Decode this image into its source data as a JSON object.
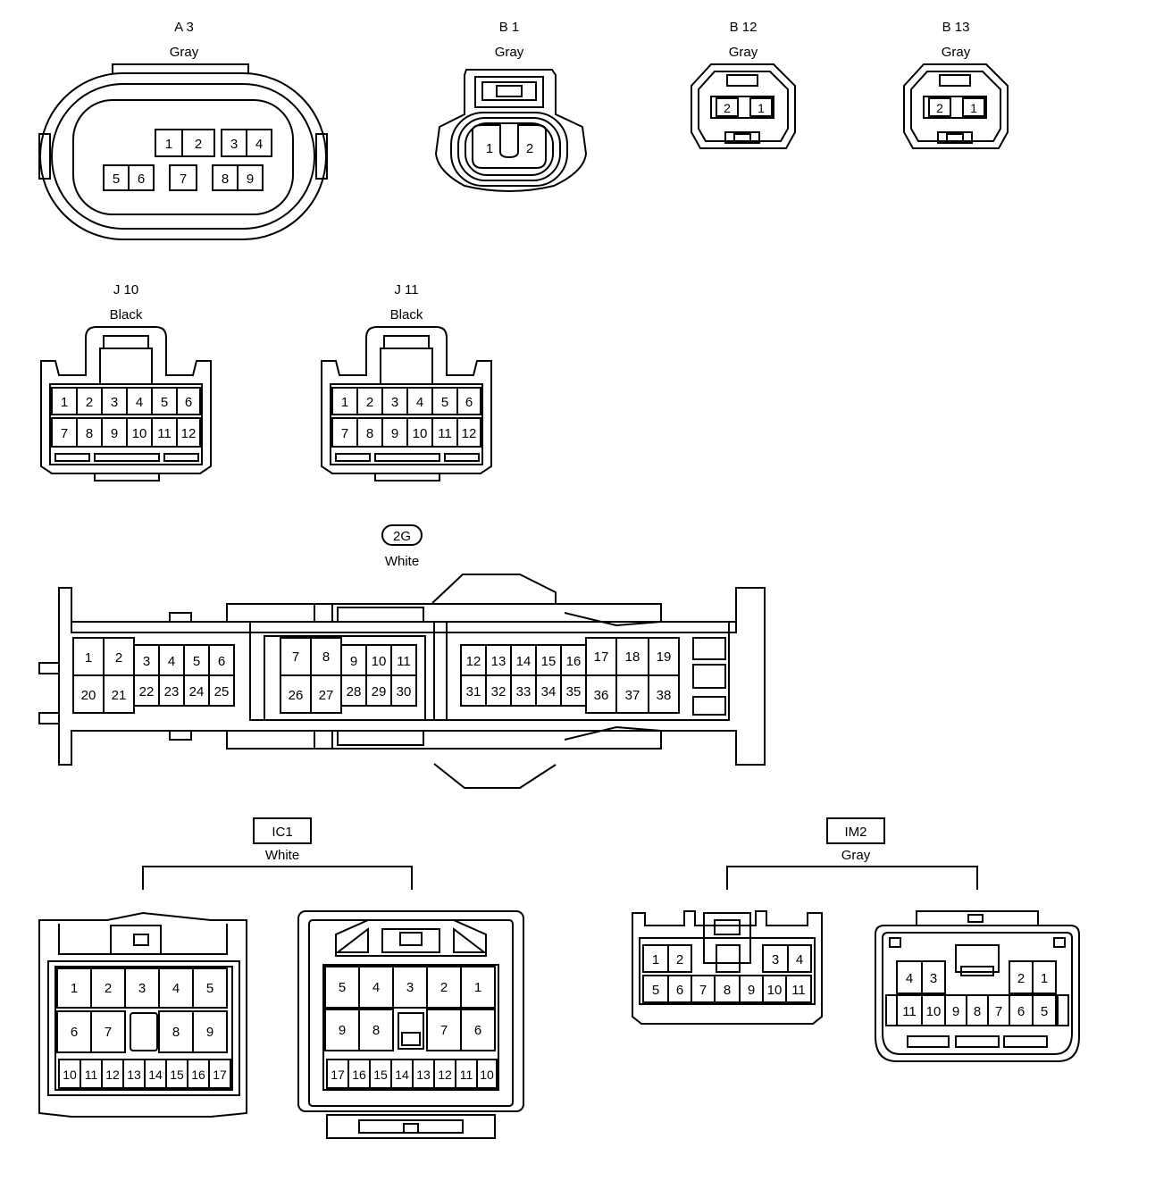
{
  "connectors": [
    {
      "id": "a3",
      "code": "A 3",
      "color": "Gray",
      "pins": [
        "1",
        "2",
        "3",
        "4",
        "5",
        "6",
        "7",
        "8",
        "9"
      ]
    },
    {
      "id": "b1",
      "code": "B 1",
      "color": "Gray",
      "pins": [
        "1",
        "2"
      ]
    },
    {
      "id": "b12",
      "code": "B 12",
      "color": "Gray",
      "pins": [
        "2",
        "1"
      ]
    },
    {
      "id": "b13",
      "code": "B 13",
      "color": "Gray",
      "pins": [
        "2",
        "1"
      ]
    },
    {
      "id": "j10",
      "code": "J 10",
      "color": "Black",
      "pins": [
        "1",
        "2",
        "3",
        "4",
        "5",
        "6",
        "7",
        "8",
        "9",
        "10",
        "11",
        "12"
      ]
    },
    {
      "id": "j11",
      "code": "J 11",
      "color": "Black",
      "pins": [
        "1",
        "2",
        "3",
        "4",
        "5",
        "6",
        "7",
        "8",
        "9",
        "10",
        "11",
        "12"
      ]
    },
    {
      "id": "2g",
      "code": "2G",
      "color": "White",
      "pins": [
        "1",
        "2",
        "3",
        "4",
        "5",
        "6",
        "20",
        "21",
        "22",
        "23",
        "24",
        "25",
        "7",
        "8",
        "9",
        "10",
        "11",
        "26",
        "27",
        "28",
        "29",
        "30",
        "12",
        "13",
        "14",
        "15",
        "16",
        "17",
        "18",
        "19",
        "31",
        "32",
        "33",
        "34",
        "35",
        "36",
        "37",
        "38"
      ]
    },
    {
      "id": "ic1",
      "code": "IC1",
      "color": "White",
      "left_pins": [
        "1",
        "2",
        "3",
        "4",
        "5",
        "6",
        "7",
        "8",
        "9",
        "10",
        "11",
        "12",
        "13",
        "14",
        "15",
        "16",
        "17"
      ],
      "right_pins": [
        "5",
        "4",
        "3",
        "2",
        "1",
        "9",
        "8",
        "7",
        "6",
        "17",
        "16",
        "15",
        "14",
        "13",
        "12",
        "11",
        "10"
      ]
    },
    {
      "id": "im2",
      "code": "IM2",
      "color": "Gray",
      "left_pins": [
        "1",
        "2",
        "3",
        "4",
        "5",
        "6",
        "7",
        "8",
        "9",
        "10",
        "11"
      ],
      "right_pins": [
        "4",
        "3",
        "2",
        "1",
        "11",
        "10",
        "9",
        "8",
        "7",
        "6",
        "5"
      ]
    }
  ]
}
